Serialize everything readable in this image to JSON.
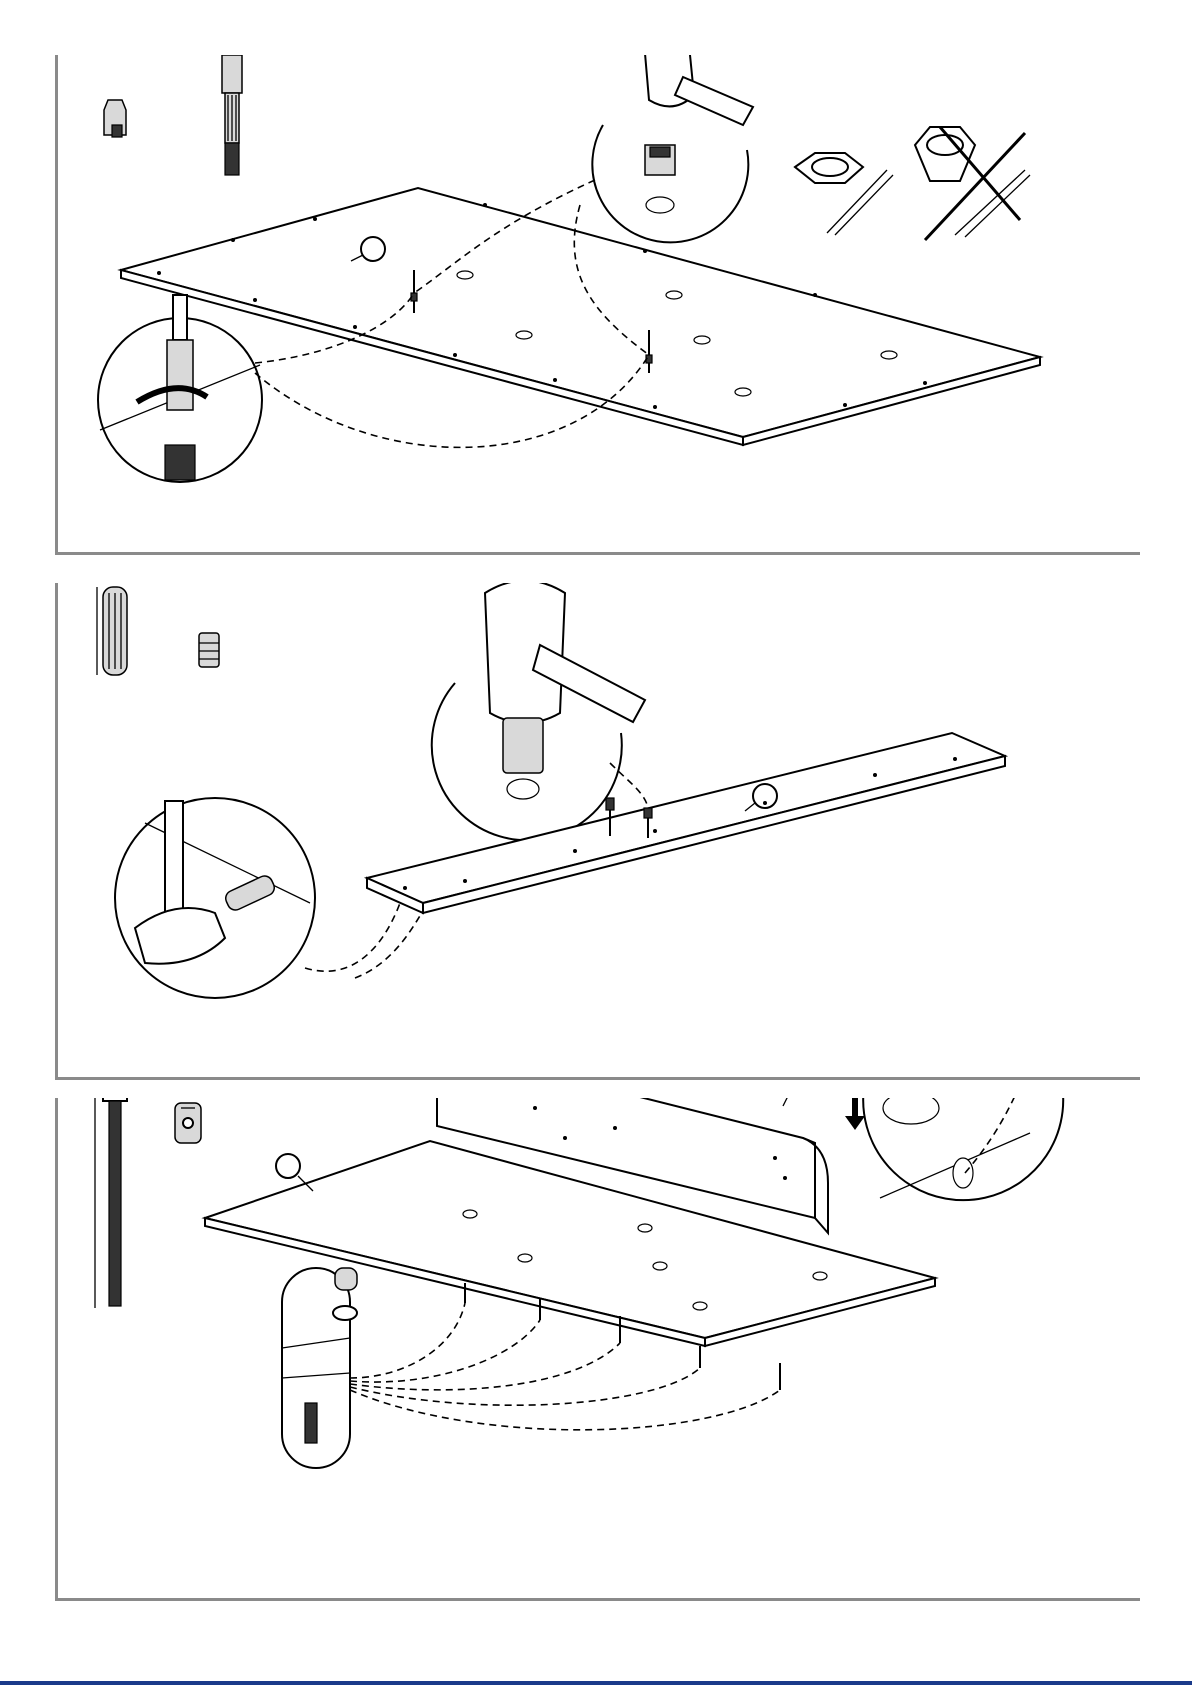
{
  "document": {
    "steps": [
      {
        "name": "step-1-cam-bolts",
        "parts": [
          "cam-nut-insert",
          "cam-bolt"
        ]
      },
      {
        "name": "step-2-dowels",
        "parts": [
          "wooden-dowel",
          "threaded-insert"
        ]
      },
      {
        "name": "step-3-headboard",
        "parts": [
          "long-bolt",
          "barrel-nut"
        ]
      }
    ],
    "icons": [
      "hammer-icon",
      "screwdriver-icon",
      "eye-icon",
      "arrow-down-icon",
      "forbidden-cross-icon"
    ],
    "colors": {
      "frame": "#8a8a8a",
      "ink": "#000000",
      "footer": "#1a3a8a"
    }
  }
}
